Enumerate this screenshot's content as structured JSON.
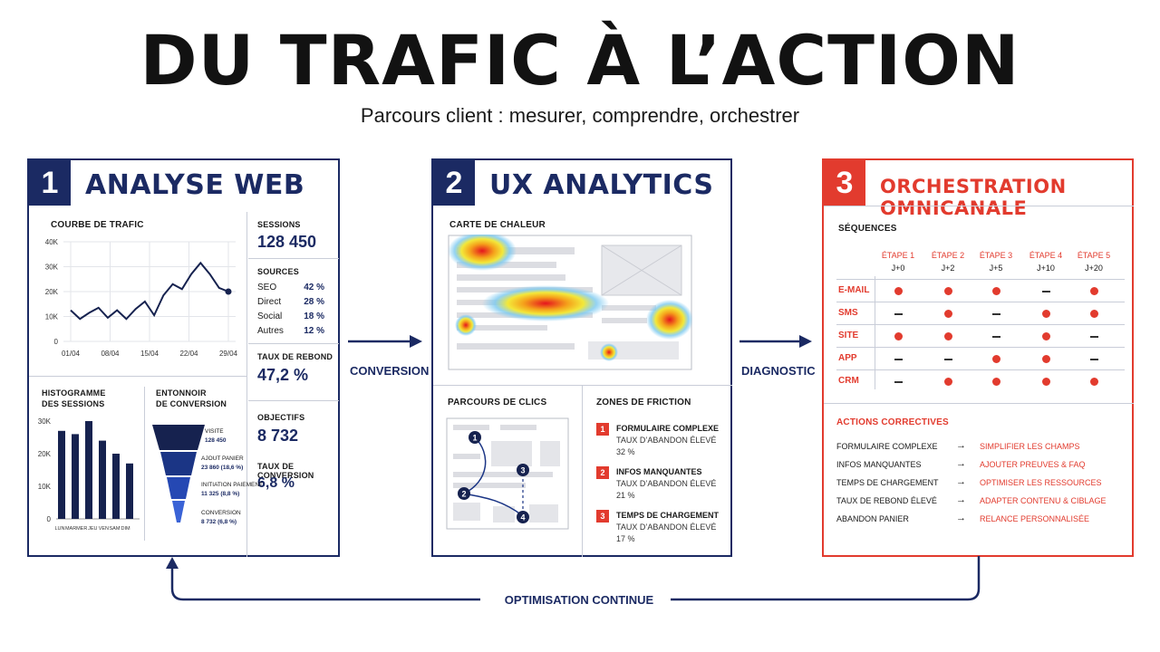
{
  "title": "DU TRAFIC À L’ACTION",
  "subtitle": "Parcours client : mesurer, comprendre, orchestrer",
  "panel1": {
    "number": "1",
    "title": "ANALYSE WEB",
    "traffic_label": "COURBE DE TRAFIC",
    "sessions_label": "SESSIONS",
    "sessions_value": "128 450",
    "sources_label": "SOURCES",
    "sources": [
      {
        "name": "SEO",
        "pct": "42 %"
      },
      {
        "name": "Direct",
        "pct": "28 %"
      },
      {
        "name": "Social",
        "pct": "18 %"
      },
      {
        "name": "Autres",
        "pct": "12 %"
      }
    ],
    "bounce_label": "TAUX DE REBOND",
    "bounce_value": "47,2 %",
    "goals_label": "OBJECTIFS",
    "goals_value": "8 732",
    "conv_label": "TAUX DE CONVERSION",
    "conv_value": "6,8 %",
    "histo_label_1": "HISTOGRAMME",
    "histo_label_2": "DES SESSIONS",
    "funnel_label_1": "ENTONNOIR",
    "funnel_label_2": "DE CONVERSION",
    "funnel": [
      {
        "label": "VISITE",
        "value": "128 450"
      },
      {
        "label": "AJOUT PANIER",
        "value": "23 860 (18,6 %)"
      },
      {
        "label": "INITIATION PAIEMENT",
        "value": "11 325 (8,8 %)"
      },
      {
        "label": "CONVERSION",
        "value": "8 732 (6,8 %)"
      }
    ]
  },
  "chart_data": [
    {
      "type": "line",
      "title": "COURBE DE TRAFIC",
      "x_ticks": [
        "01/04",
        "08/04",
        "15/04",
        "22/04",
        "29/04"
      ],
      "y_ticks": [
        "0",
        "10K",
        "20K",
        "30K",
        "40K"
      ],
      "ylim": [
        0,
        40000
      ],
      "values": [
        12500,
        9000,
        11500,
        13500,
        9500,
        12500,
        9000,
        13000,
        16000,
        10500,
        18500,
        23000,
        21000,
        27000,
        31500,
        27000,
        21500,
        20000
      ]
    },
    {
      "type": "bar",
      "title": "HISTOGRAMME DES SESSIONS",
      "categories": [
        "LUN",
        "MAR",
        "MER",
        "JEU",
        "VEN",
        "SAM",
        "DIM"
      ],
      "y_ticks": [
        "0",
        "10K",
        "20K",
        "30K"
      ],
      "ylim": [
        0,
        30000
      ],
      "values": [
        27000,
        26000,
        30000,
        24000,
        20000,
        17000
      ]
    }
  ],
  "connectors": {
    "c1": "CONVERSION",
    "c2": "DIAGNOSTIC",
    "loop": "OPTIMISATION CONTINUE"
  },
  "panel2": {
    "number": "2",
    "title": "UX ANALYTICS",
    "heatmap_label": "CARTE DE CHALEUR",
    "clicks_label": "PARCOURS DE CLICS",
    "click_steps": [
      "1",
      "2",
      "3",
      "4"
    ],
    "friction_label": "ZONES DE FRICTION",
    "frictions": [
      {
        "num": "1",
        "title": "FORMULAIRE COMPLEXE",
        "sub": "TAUX D’ABANDON ÉLEVÉ",
        "pct": "32 %"
      },
      {
        "num": "2",
        "title": "INFOS MANQUANTES",
        "sub": "TAUX D’ABANDON ÉLEVÉ",
        "pct": "21 %"
      },
      {
        "num": "3",
        "title": "TEMPS DE CHARGEMENT",
        "sub": "TAUX D’ABANDON ÉLEVÉ",
        "pct": "17 %"
      }
    ]
  },
  "panel3": {
    "number": "3",
    "title": "ORCHESTRATION OMNICANALE",
    "sequences_label": "SÉQUENCES",
    "steps": [
      {
        "name": "ÉTAPE 1",
        "j": "J+0"
      },
      {
        "name": "ÉTAPE 2",
        "j": "J+2"
      },
      {
        "name": "ÉTAPE 3",
        "j": "J+5"
      },
      {
        "name": "ÉTAPE 4",
        "j": "J+10"
      },
      {
        "name": "ÉTAPE 5",
        "j": "J+20"
      }
    ],
    "channels": [
      {
        "name": "E-MAIL",
        "cells": [
          1,
          1,
          1,
          0,
          1
        ]
      },
      {
        "name": "SMS",
        "cells": [
          0,
          1,
          0,
          1,
          1
        ]
      },
      {
        "name": "SITE",
        "cells": [
          1,
          1,
          0,
          1,
          0
        ]
      },
      {
        "name": "APP",
        "cells": [
          0,
          0,
          1,
          1,
          0
        ]
      },
      {
        "name": "CRM",
        "cells": [
          0,
          1,
          1,
          1,
          1
        ]
      }
    ],
    "actions_label": "ACTIONS CORRECTIVES",
    "actions": [
      {
        "problem": "FORMULAIRE COMPLEXE",
        "arrow": "→",
        "fix": "SIMPLIFIER LES CHAMPS"
      },
      {
        "problem": "INFOS MANQUANTES",
        "arrow": "→",
        "fix": "AJOUTER PREUVES & FAQ"
      },
      {
        "problem": "TEMPS DE CHARGEMENT",
        "arrow": "→",
        "fix": "OPTIMISER LES RESSOURCES"
      },
      {
        "problem": "TAUX DE REBOND ÉLEVÉ",
        "arrow": "→",
        "fix": "ADAPTER CONTENU & CIBLAGE"
      },
      {
        "problem": "ABANDON PANIER",
        "arrow": "→",
        "fix": "RELANCE PERSONNALISÉE"
      }
    ]
  },
  "colors": {
    "navy": "#1b2a63",
    "red": "#e23b2e"
  }
}
